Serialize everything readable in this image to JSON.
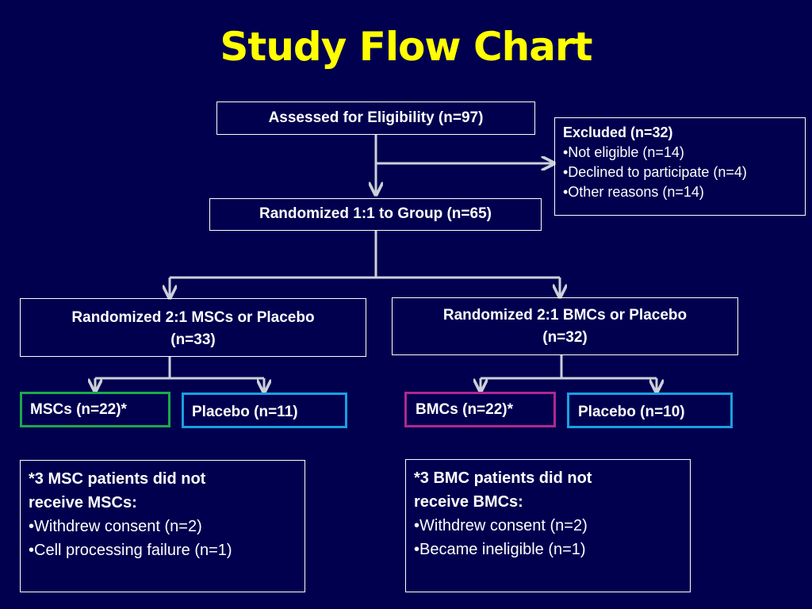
{
  "title": "Study Flow Chart",
  "assessed": "Assessed for Eligibility (n=97)",
  "excluded": {
    "header": "Excluded (n=32)",
    "items": [
      "•Not eligible (n=14)",
      "•Declined to participate (n=4)",
      "•Other reasons (n=14)"
    ]
  },
  "randomized": "Randomized 1:1 to Group (n=65)",
  "msc_group": {
    "line1": "Randomized 2:1 MSCs or Placebo",
    "line2": "(n=33)"
  },
  "bmc_group": {
    "line1": "Randomized 2:1 BMCs or Placebo",
    "line2": "(n=32)"
  },
  "mscs": "MSCs (n=22)*",
  "placebo_msc": "Placebo (n=11)",
  "bmcs": "BMCs (n=22)*",
  "placebo_bmc": "Placebo (n=10)",
  "msc_note": {
    "line1": "*3 MSC patients did not",
    "line2": "receive MSCs:",
    "items": [
      "•Withdrew consent (n=2)",
      "•Cell processing failure (n=1)"
    ]
  },
  "bmc_note": {
    "line1": "*3 BMC patients did not",
    "line2": "receive BMCs:",
    "items": [
      "•Withdrew consent (n=2)",
      "•Became ineligible (n=1)"
    ]
  },
  "colors": {
    "background": "#00004f",
    "title": "#ffff00",
    "mscs_border": "#1fa84a",
    "placebo_border": "#1aa0e0",
    "bmcs_border": "#b02890"
  }
}
